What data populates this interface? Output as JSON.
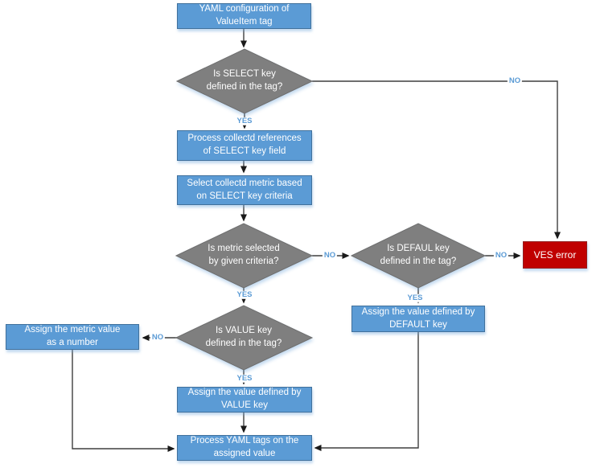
{
  "flowchart": {
    "nodes": {
      "start": {
        "line1": "YAML configuration of",
        "line2": "ValueItem tag"
      },
      "select_decision": {
        "line1": "Is SELECT key",
        "line2": "defined in the tag?"
      },
      "process_refs": {
        "line1": "Process collectd references",
        "line2": "of SELECT key field"
      },
      "select_metric": {
        "line1": "Select collectd metric based",
        "line2": "on SELECT key criteria"
      },
      "metric_decision": {
        "line1": "Is metric selected",
        "line2": "by given criteria?"
      },
      "default_decision": {
        "line1": "Is DEFAUL key",
        "line2": "defined in the tag?"
      },
      "ves_error": {
        "line1": "VES error"
      },
      "assign_default": {
        "line1": "Assign the value defined by",
        "line2": "DEFAULT key"
      },
      "value_decision": {
        "line1": "Is VALUE key",
        "line2": "defined in the tag?"
      },
      "assign_metric": {
        "line1": "Assign the metric value",
        "line2": "as a number"
      },
      "assign_value": {
        "line1": "Assign the value defined by",
        "line2": "VALUE key"
      },
      "process_yaml": {
        "line1": "Process YAML tags on the",
        "line2": "assigned value"
      }
    },
    "edge_labels": {
      "select_yes": "YES",
      "select_no": "NO",
      "metric_yes": "YES",
      "metric_no": "NO",
      "default_yes": "YES",
      "default_no": "NO",
      "value_yes": "YES",
      "value_no": "NO"
    },
    "colors": {
      "process_fill": "#5B9BD5",
      "process_border": "#41719C",
      "decision_fill": "#7F7F7F",
      "decision_border": "#6E6E6E",
      "error_fill": "#C00000",
      "error_border": "#941F1F",
      "connector": "#3F3F3F",
      "arrowhead": "#1A1A1A",
      "label_text": "#5B9BD5"
    }
  }
}
